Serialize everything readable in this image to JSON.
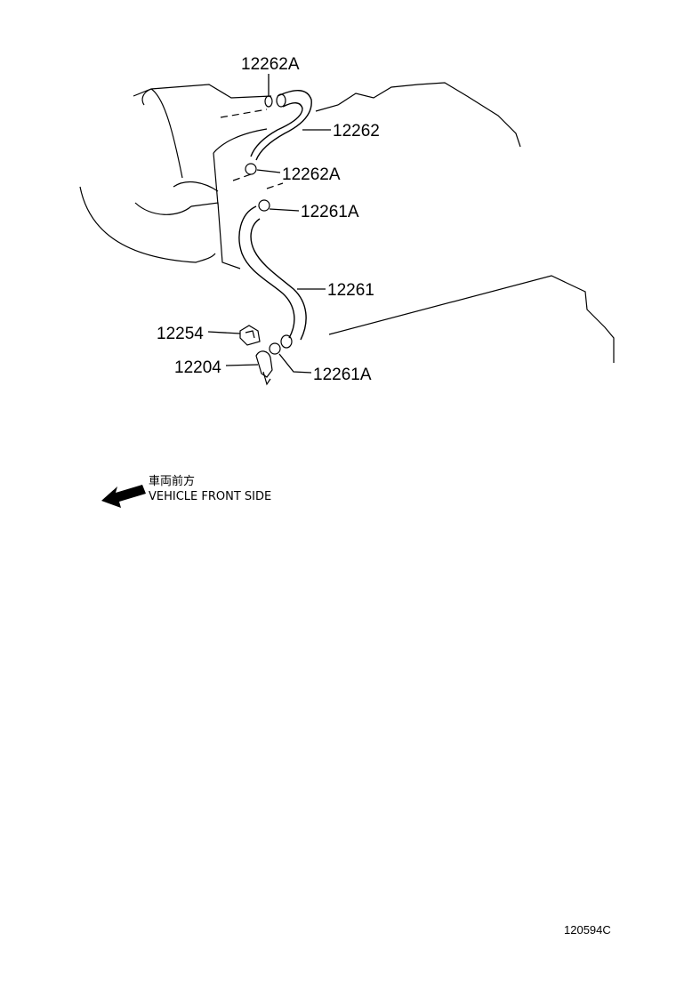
{
  "labels": {
    "clamp_upper_top": "12262A",
    "hose_upper": "12262",
    "clamp_upper_bottom": "12262A",
    "clamp_lower_top": "12261A",
    "hose_lower": "12261",
    "clamp_lower_bottom": "12261A",
    "gasket": "12254",
    "pcv_valve": "12204"
  },
  "direction": {
    "japanese": "車両前方",
    "english": "VEHICLE FRONT SIDE"
  },
  "figure_id": "120594C",
  "colors": {
    "line": "#000000",
    "background": "#ffffff"
  },
  "icons": {
    "direction": "arrow-left-icon"
  }
}
